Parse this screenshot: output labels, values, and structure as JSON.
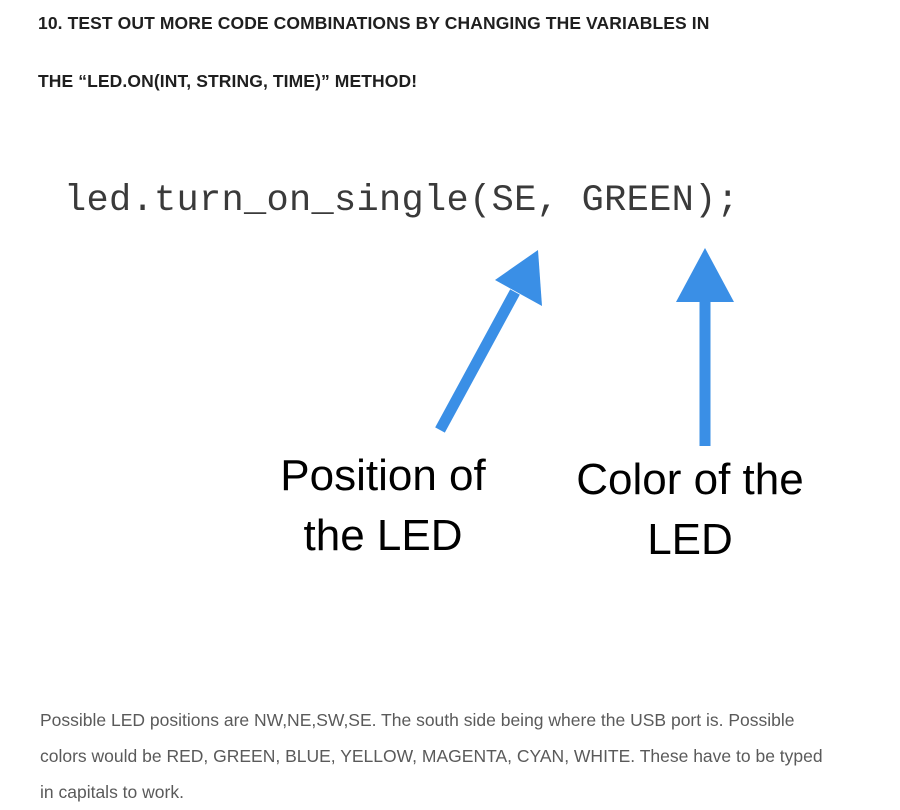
{
  "step": {
    "heading_line1": "10. TEST OUT MORE CODE COMBINATIONS BY CHANGING THE VARIABLES IN",
    "heading_line2": "THE “LED.ON(INT, STRING, TIME)” METHOD!"
  },
  "figure": {
    "code": "led.turn_on_single(SE, GREEN);",
    "arrow_color": "#3a8fe6",
    "callouts": {
      "position": {
        "line1": "Position of",
        "line2": "the LED"
      },
      "color": {
        "line1": "Color of the",
        "line2": "LED"
      }
    }
  },
  "note": {
    "text": "Possible LED positions are NW,NE,SW,SE. The south side being where the USB port is. Possible colors would be RED, GREEN, BLUE, YELLOW, MAGENTA, CYAN, WHITE. These have to be typed in capitals to work."
  }
}
